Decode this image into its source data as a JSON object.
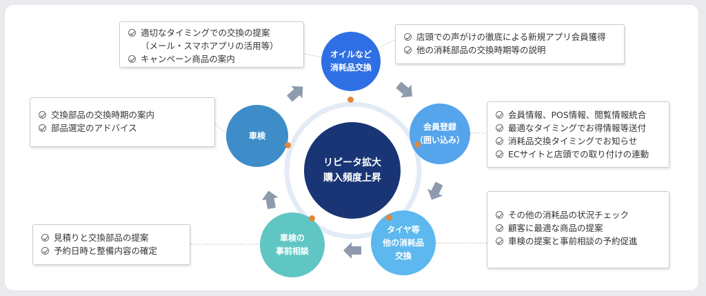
{
  "center": {
    "line1": "リピータ拡大",
    "line2": "購入頻度上昇",
    "color": "#1a3575"
  },
  "nodes": [
    {
      "id": "oil",
      "label": "オイルなど\n消耗品交換",
      "color": "#2f6fe4"
    },
    {
      "id": "member",
      "label": "会員登録\n（囲い込み）",
      "color": "#55a4ec"
    },
    {
      "id": "tire",
      "label": "タイヤ等\n他の消耗品\n交換",
      "color": "#5cb8ee"
    },
    {
      "id": "consult",
      "label": "車検の\n事前相談",
      "color": "#5fc6c3"
    },
    {
      "id": "inspection",
      "label": "車検",
      "color": "#3e8dc9"
    }
  ],
  "boxes": {
    "oil": {
      "items": [
        "適切なタイミングでの交換の提案",
        "（メール・スマホアプリの活用等）",
        "キャンペーン商品の案内"
      ]
    },
    "member_top": {
      "items": [
        "店頭での声がけの徹底による新規アプリ会員獲得",
        "他の消耗部品の交換時期等の説明"
      ]
    },
    "member": {
      "items": [
        "会員情報、POS情報、閲覧情報統合",
        "最適なタイミングでお得情報等送付",
        "消耗品交換タイミングでお知らせ",
        "ECサイトと店頭での取り付けの連動"
      ]
    },
    "tire": {
      "items": [
        "その他の消耗品の状況チェック",
        "顧客に最適な商品の提案",
        "車検の提案と事前相談の予約促進"
      ]
    },
    "consult": {
      "items": [
        "見積りと交換部品の提案",
        "予約日時と整備内容の確定"
      ]
    },
    "inspection": {
      "items": [
        "交換部品の交換時期の案内",
        "部品選定のアドバイス"
      ]
    }
  },
  "colors": {
    "arrow": "#8e9aad",
    "ring": "#e6eef8",
    "dot": "#e2873a"
  }
}
